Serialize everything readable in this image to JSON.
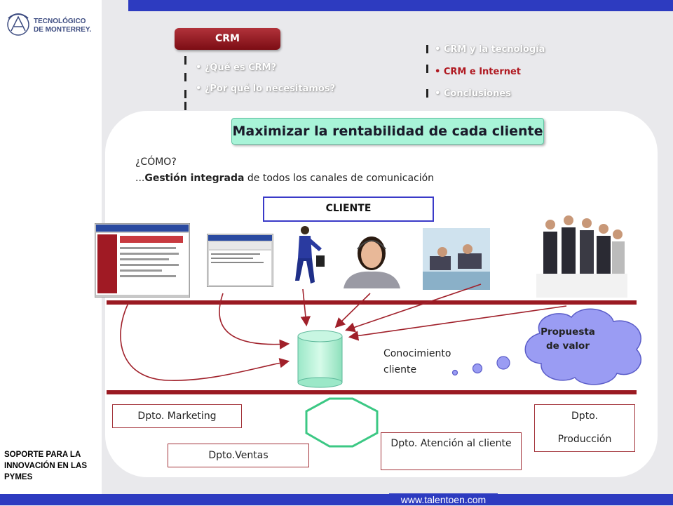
{
  "header": {
    "logo_line1": "TECNOLÓGICO",
    "logo_line2": "DE MONTERREY."
  },
  "sidebar": {
    "note": "SOPORTE PARA LA INNOVACIÓN EN LAS PYMES"
  },
  "nav": {
    "tab_label": "CRM",
    "items_left": [
      "¿Qué es CRM?",
      "¿Por qué lo necesitamos?"
    ],
    "items_right": [
      "CRM y la tecnología",
      "CRM e Internet",
      "Conclusiones"
    ],
    "active_item": "CRM e Internet"
  },
  "slide": {
    "headline": "Maximizar la rentabilidad de cada cliente",
    "how_title": "¿CÓMO?",
    "how_prefix": "...",
    "how_bold": "Gestión integrada",
    "how_rest": " de todos los canales de comunicación",
    "client_label": "CLIENTE",
    "cloud_label": "Propuesta de valor",
    "knowledge_label": "Conocimiento cliente",
    "departments": {
      "marketing": "Dpto. Marketing",
      "ventas": "Dpto.Ventas",
      "atencion": "Dpto. Atención al cliente",
      "produccion_line1": "Dpto.",
      "produccion_line2": "Producción"
    }
  },
  "footer": {
    "url": "www.talentoen.com"
  },
  "colors": {
    "brand_blue": "#2d3bc0",
    "accent_red": "#9a1a22",
    "headline_bg": "#a8f4d8",
    "cloud_fill": "#9a9cf3"
  }
}
